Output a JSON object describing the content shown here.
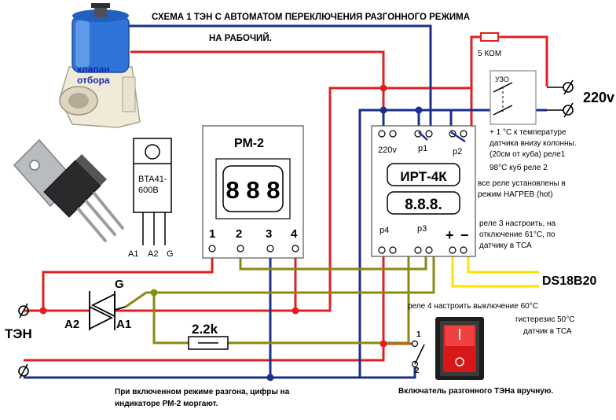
{
  "title": {
    "line1": "СХЕМА    1 ТЭН  С АВТОМАТОМ ПЕРЕКЛЮЧЕНИЯ РАЗГОННОГО РЕЖИМА",
    "line2": "НА РАБОЧИЙ."
  },
  "valve": {
    "label_line1": "клапан",
    "label_line2": "отбора"
  },
  "triac": {
    "part_line1": "BTA41-",
    "part_line2": "600B",
    "pins": [
      "A1",
      "A2",
      "G"
    ]
  },
  "rm2": {
    "title": "РМ-2",
    "display": "8 8 8",
    "terminals": [
      "1",
      "2",
      "3",
      "4"
    ]
  },
  "irt": {
    "title": "ИРТ-4К",
    "display": "8.8.8.",
    "top_terminals": [
      "220v",
      "p1",
      "p2"
    ],
    "bottom_terminals": [
      "p4",
      "p3"
    ],
    "plus": "+",
    "minus": "−"
  },
  "resistor_5k": "5 КОМ",
  "uzo": "УЗО",
  "mains": "220v",
  "ten_label": "ТЭН",
  "symbol_labels": {
    "a2": "A2",
    "a1": "A1",
    "g": "G"
  },
  "resistor_2k": "2.2k",
  "ds18b20": "DS18B20",
  "switch_positions": [
    "1",
    "2"
  ],
  "notes": {
    "n1_l1": "+ 1 °C к температуре",
    "n1_l2": "датчика внизу колонны.",
    "n1_l3": "(20см от куба) реле1",
    "n1_l4": "98°C куб    реле  2",
    "n2_l1": "все реле установлены в",
    "n2_l2": "режим  НАГРЕВ  (hot)",
    "n3_l1": "реле 3 настроить, на",
    "n3_l2": "отключение 61°С, по",
    "n3_l3": "датчику в ТСА",
    "n4_l1": "реле 4  настроить  выключение 60°С",
    "n4_l2": "гистерезис  50°С",
    "n4_l3": "датчик в ТСА"
  },
  "bottom_note": {
    "line1": "При включенном режиме разгона, цифры на",
    "line2": "индикаторе РМ-2 моргают."
  },
  "switch_caption": "Включатель разгонного ТЭНа  вручную.",
  "colors": {
    "red_wire": "#e02020",
    "blue_wire": "#1c2f8a",
    "olive_wire": "#8a8a10",
    "yellow_wire": "#ffe000",
    "valve_blue": "#2f73d8",
    "switch_red": "#d81818"
  }
}
